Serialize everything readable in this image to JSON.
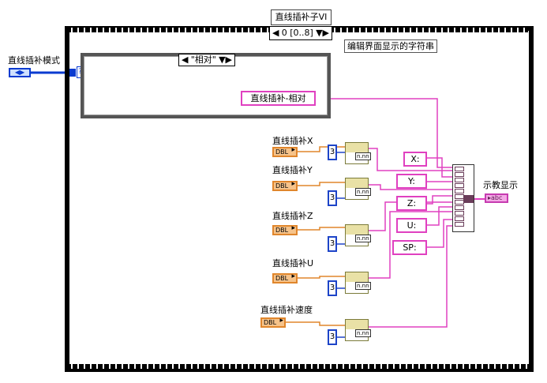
{
  "title": "直线插补子VI",
  "case_outer": {
    "label": "0 [0..8]",
    "arrow_left": "◀",
    "arrow_right": "▼▶"
  },
  "case_inner": {
    "label": "\"相对\"",
    "arrow_left": "◀",
    "arrow_right": "▼▶"
  },
  "mode_control": {
    "label": "直线插补模式",
    "question": "?"
  },
  "string_const_relative": "直线插补-相对",
  "comment": "编辑界面显示的字符串",
  "controls": [
    {
      "label": "直线插补X",
      "type": "DBL"
    },
    {
      "label": "直线插补Y",
      "type": "DBL"
    },
    {
      "label": "直线插补Z",
      "type": "DBL"
    },
    {
      "label": "直线插补U",
      "type": "DBL"
    },
    {
      "label": "直线插补速度",
      "type": "DBL"
    }
  ],
  "precision_constant": "3",
  "format_icon_text": "n.nn",
  "string_constants": [
    "X:",
    "Y:",
    "Z:",
    "U:",
    "SP:"
  ],
  "indicator": {
    "label": "示教显示",
    "type": "abc"
  },
  "colors": {
    "string_wire": "#e040c0",
    "dbl_wire": "#e0862c",
    "int_wire": "#1d44c8"
  }
}
